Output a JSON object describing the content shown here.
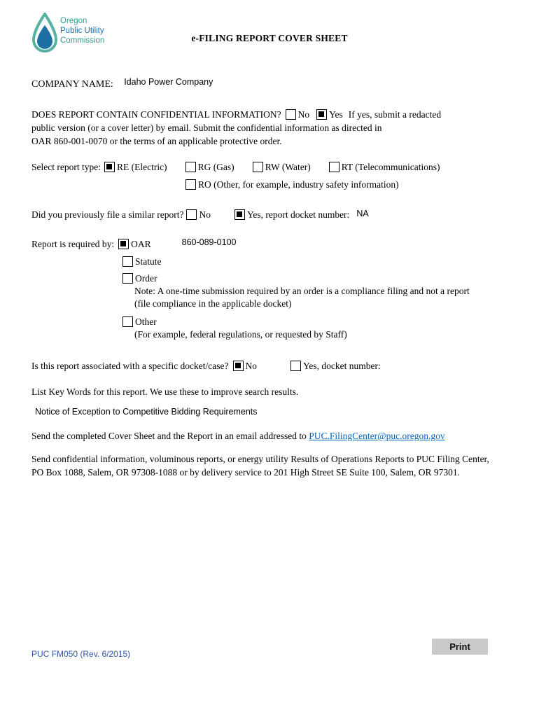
{
  "colors": {
    "link_blue": "#0563c1",
    "footer_blue": "#2d53a8",
    "logo_green": "#2a9d8f",
    "logo_blue": "#1d6fae",
    "print_button_gray": "#c9c9c9"
  },
  "logo": {
    "line1": "Oregon",
    "line2": "Public Utility",
    "line3": "Commission"
  },
  "header": {
    "title": "e-FILING REPORT COVER SHEET"
  },
  "company": {
    "label": "COMPANY NAME:",
    "value": "Idaho Power Company"
  },
  "confidential": {
    "question": "DOES REPORT CONTAIN CONFIDENTIAL INFORMATION?",
    "no_label": "No",
    "no_checked": false,
    "yes_label": "Yes",
    "yes_checked": true,
    "after_yes": "If yes, submit a redacted",
    "line2": "public version (or a cover letter) by email.  Submit the confidential information as directed in",
    "line3": "OAR 860-001-0070 or the terms of an applicable protective order."
  },
  "report_type": {
    "label": "Select report type:",
    "options": [
      {
        "label": "RE (Electric)",
        "checked": true
      },
      {
        "label": "RG (Gas)",
        "checked": false
      },
      {
        "label": "RW (Water)",
        "checked": false
      },
      {
        "label": "RT (Telecommunications)",
        "checked": false
      },
      {
        "label": "RO (Other, for example, industry safety information)",
        "checked": false
      }
    ]
  },
  "previous_report": {
    "question": "Did you previously file a similar report?",
    "no_label": "No",
    "no_checked": false,
    "yes_label": "Yes, report docket number:",
    "yes_checked": true,
    "docket_value": "NA"
  },
  "required_by": {
    "label": "Report is required by:",
    "oar": {
      "label": "OAR",
      "checked": true,
      "value": "860-089-0100"
    },
    "statute": {
      "label": "Statute",
      "checked": false
    },
    "order": {
      "label": "Order",
      "checked": false
    },
    "order_note_line1": "Note: A one-time submission required by an order is a compliance filing and not a report",
    "order_note_line2": "(file compliance in the applicable docket)",
    "other": {
      "label": "Other",
      "checked": false
    },
    "other_note": "(For example, federal regulations, or requested by Staff)"
  },
  "docket_association": {
    "question": "Is this report associated with a specific docket/case?",
    "no_label": "No",
    "no_checked": true,
    "yes_label": "Yes, docket number:",
    "yes_checked": false
  },
  "keywords": {
    "label": "List Key Words for this report.  We use these to improve search results.",
    "value": "Notice of Exception to Competitive Bidding Requirements"
  },
  "email": {
    "text": "Send the completed Cover Sheet and the Report in an email addressed to",
    "link": "PUC.FilingCenter@puc.oregon.gov"
  },
  "mailing": {
    "text": "Send confidential information, voluminous reports, or energy utility Results of Operations Reports to PUC Filing Center, PO Box 1088, Salem, OR  97308-1088 or by delivery service to 201 High Street SE Suite 100, Salem, OR  97301."
  },
  "footer": {
    "form_number": "PUC FM050 (Rev. 6/2015)",
    "print_label": "Print"
  }
}
